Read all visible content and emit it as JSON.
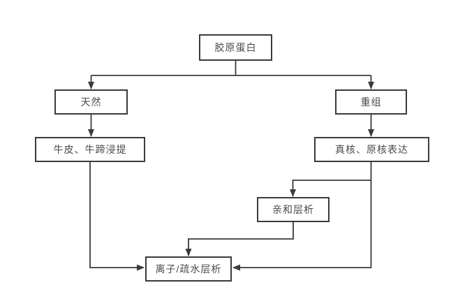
{
  "diagram": {
    "type": "flowchart",
    "background_color": "#ffffff",
    "box_border_color": "#3b3b3b",
    "line_color": "#3b3b3b",
    "text_color": "#4a4a4a"
  },
  "nodes": {
    "collagen": {
      "label": "胶原蛋白"
    },
    "natural": {
      "label": "天然"
    },
    "recombinant": {
      "label": "重组"
    },
    "extraction": {
      "label": "牛皮、牛蹄浸提"
    },
    "expression": {
      "label": "真核、原核表达"
    },
    "affinity": {
      "label": "亲和层析"
    },
    "ion_hydrophobic": {
      "label": "离子/疏水层析"
    }
  },
  "edges": [
    {
      "from": "胶原蛋白",
      "to": "天然"
    },
    {
      "from": "胶原蛋白",
      "to": "重组"
    },
    {
      "from": "天然",
      "to": "牛皮、牛蹄浸提"
    },
    {
      "from": "重组",
      "to": "真核、原核表达"
    },
    {
      "from": "真核、原核表达",
      "to": "亲和层析"
    },
    {
      "from": "真核、原核表达",
      "to": "离子/疏水层析"
    },
    {
      "from": "亲和层析",
      "to": "离子/疏水层析"
    },
    {
      "from": "牛皮、牛蹄浸提",
      "to": "离子/疏水层析"
    }
  ]
}
